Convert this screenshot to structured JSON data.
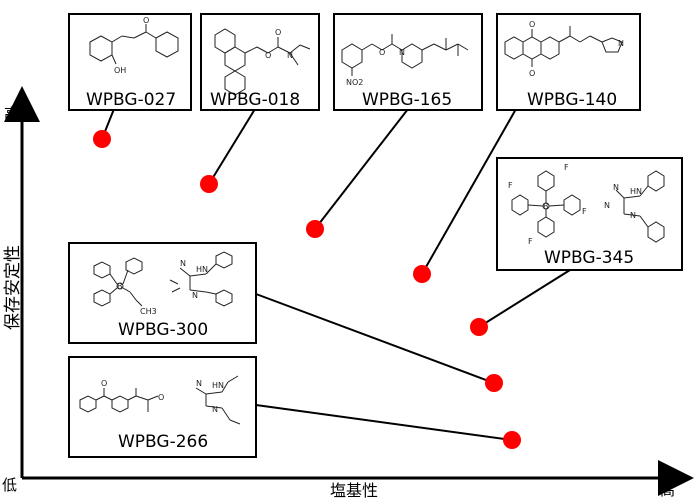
{
  "axes": {
    "y_label": "保存安定性",
    "x_label": "塩基性",
    "y_high": "高",
    "origin_low": "低",
    "x_high": "高"
  },
  "compounds": [
    {
      "id": "WPBG-027",
      "basicity": 1,
      "storage_stability": 9,
      "structure": "2-hydroxycinnamoyl piperidine"
    },
    {
      "id": "WPBG-018",
      "basicity": 2,
      "storage_stability": 7.5,
      "structure": "anthracenylmethyl diethylcarbamate"
    },
    {
      "id": "WPBG-165",
      "basicity": 3,
      "storage_stability": 6,
      "structure": "nitrobenzyl piperidine carbamate methacrylate"
    },
    {
      "id": "WPBG-140",
      "basicity": 4,
      "storage_stability": 5,
      "structure": "anthraquinone ethyl imidazole carboxylate"
    },
    {
      "id": "WPBG-345",
      "basicity": 4.6,
      "storage_stability": 3.5,
      "structure": "fluorophenyl borate biguanidium salt"
    },
    {
      "id": "WPBG-300",
      "basicity": 4.75,
      "storage_stability": 2.2,
      "structure": "butyltriphenylborate biguanidium salt"
    },
    {
      "id": "WPBG-266",
      "basicity": 4.9,
      "storage_stability": 1,
      "structure": "ketoprofen biguanidium salt"
    }
  ],
  "atom_labels": {
    "oh": "OH",
    "n": "N",
    "o": "O",
    "no2": "NO2",
    "f": "F",
    "b": "B",
    "hn": "HN",
    "h": "H",
    "ch3": "CH3",
    "minus": "−",
    "plus": "+"
  },
  "colors": {
    "dot": "#ff0000",
    "line": "#000000",
    "box": "#000000"
  }
}
